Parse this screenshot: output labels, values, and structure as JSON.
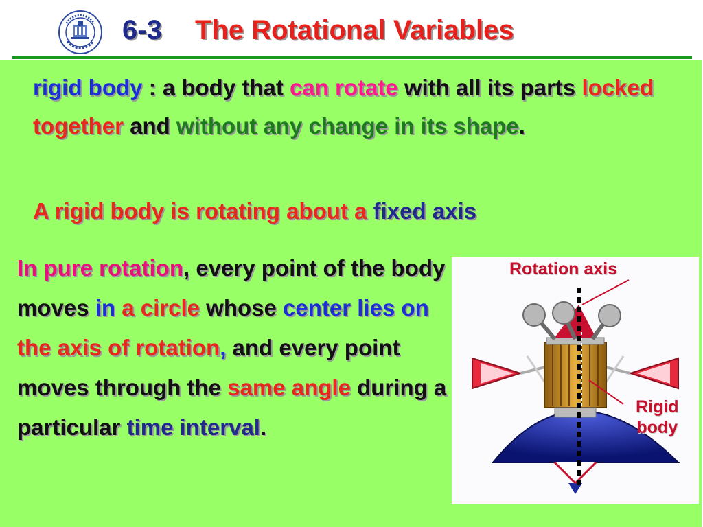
{
  "header": {
    "section_number": "6-3",
    "title": "The Rotational Variables",
    "logo": {
      "icon": "university-seal-icon",
      "text": "YANGTZE UNIVERSITY"
    }
  },
  "colors": {
    "title_number": "#1f2a8c",
    "title_text": "#e8201c",
    "rule": "#1a9a1a",
    "panel_background": "#99ff66"
  },
  "definition": {
    "term": "rigid body",
    "part1": " : a body that ",
    "highlight1": "can rotate",
    "part2": "  with all its parts ",
    "highlight2": "locked  together",
    "part3": " and  ",
    "highlight3": "without any change in its shape",
    "end": "."
  },
  "statement": {
    "part1": "A rigid body is rotating about a ",
    "highlight": "fixed axis"
  },
  "explanation": {
    "t1": "In pure rotation",
    "t2": ", every point of the body moves ",
    "t3": "in",
    "t4": " ",
    "t5": "a circle",
    "t6": " whose ",
    "t7": "center lies on",
    "t8": " ",
    "t9": "the axis of rotation",
    "t10": ",",
    "t11": " and every point moves through the ",
    "t12": "same angle",
    "t13": " during a particular ",
    "t14": "time interval",
    "t15": "."
  },
  "figure": {
    "axis_label": "Rotation axis",
    "body_label_line1": "Rigid",
    "body_label_line2": "body"
  }
}
